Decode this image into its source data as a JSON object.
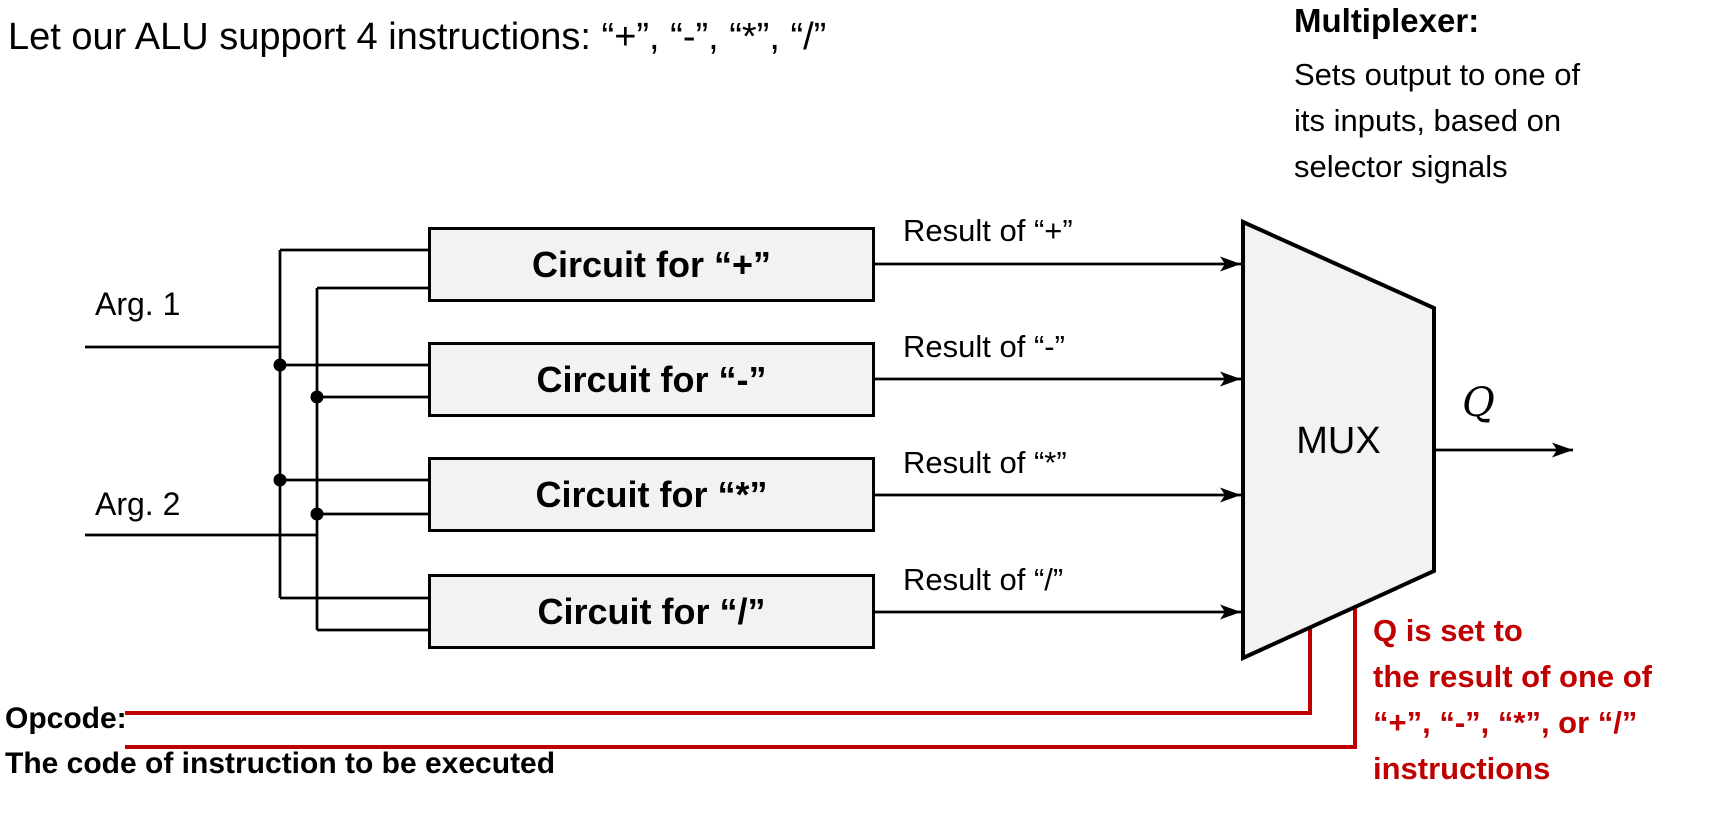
{
  "colors": {
    "red": "#C00000",
    "box_fill": "#F2F2F2",
    "wire": "#000000",
    "background": "#FFFFFF"
  },
  "title": "Let our ALU support 4 instructions: “+”, “-”, “*”, “/”",
  "mux_note": {
    "heading": "Multiplexer:",
    "lines": [
      "Sets output to one of",
      "its inputs, based on",
      "selector signals"
    ]
  },
  "inputs": [
    {
      "label": "Arg. 1"
    },
    {
      "label": "Arg. 2"
    }
  ],
  "circuits": [
    {
      "label": "Circuit for “+”",
      "result_label": "Result of “+”"
    },
    {
      "label": "Circuit for “-”",
      "result_label": "Result of “-”"
    },
    {
      "label": "Circuit for “*”",
      "result_label": "Result of “*”"
    },
    {
      "label": "Circuit for “/”",
      "result_label": "Result of “/”"
    }
  ],
  "mux": {
    "label": "MUX",
    "output_label": "Q"
  },
  "opcode": {
    "heading": "Opcode:",
    "description": "The code of instruction to be executed"
  },
  "annotation": {
    "lines": [
      "Q is set to",
      "the result of one of",
      "“+”, “-”, “*”, or “/”",
      "instructions"
    ]
  }
}
